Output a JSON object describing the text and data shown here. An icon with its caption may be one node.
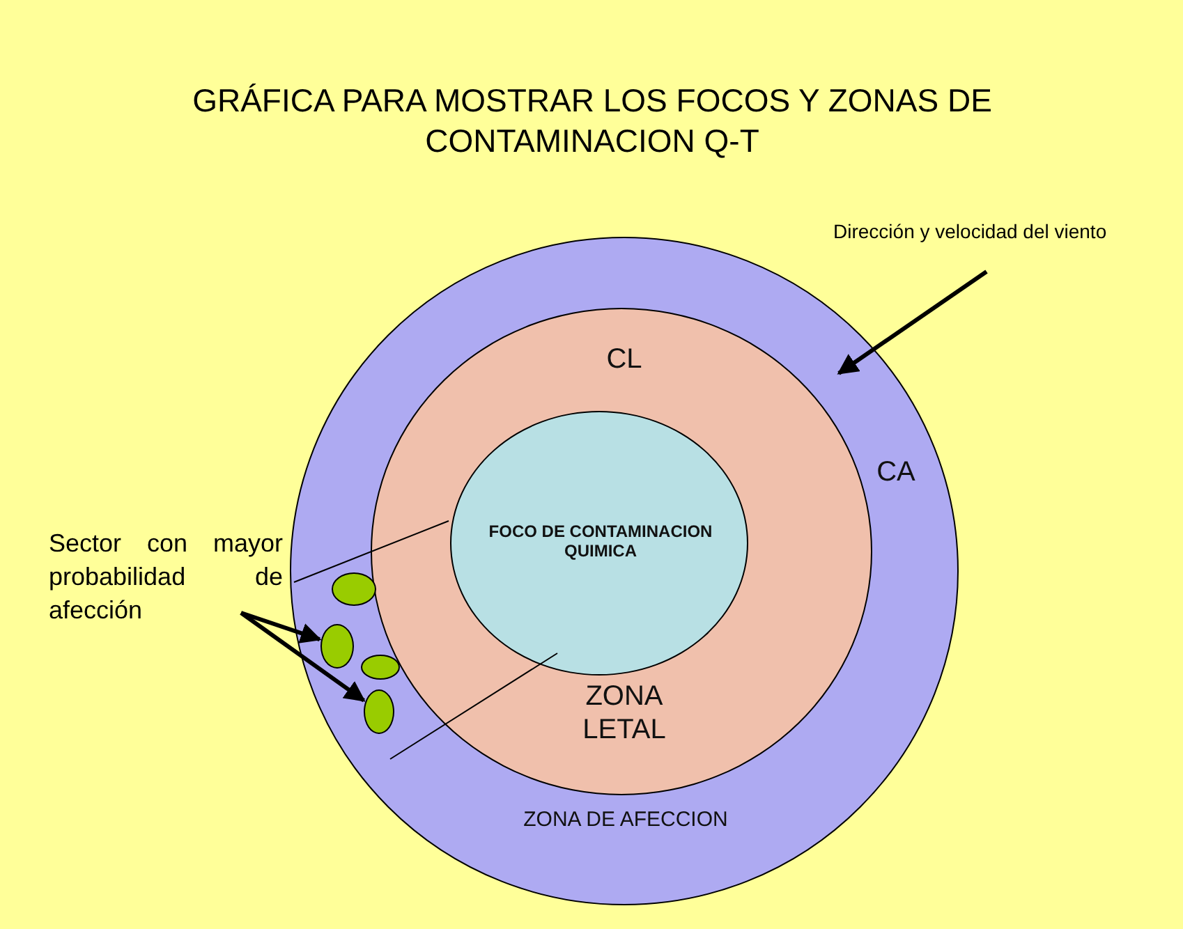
{
  "diagram": {
    "title": "GRÁFICA PARA MOSTRAR LOS FOCOS Y ZONAS DE CONTAMINACION Q-T",
    "nodes": [
      {
        "text": [
          "CA",
          "ZONA DE AFECCION"
        ]
      },
      {
        "text": [
          "CL",
          "ZONA LETAL"
        ],
        "in": 0
      },
      {
        "text": [
          "FOCO DE CONTAMINACION QUIMICA"
        ],
        "in": 1
      },
      {
        "text": [
          "Sector con mayor probabilidad de afección"
        ]
      },
      {
        "text": [],
        "shape": "circle",
        "in": 0
      },
      {
        "text": [],
        "shape": "circle",
        "in": 0
      },
      {
        "text": [],
        "shape": "circle",
        "in": 0
      },
      {
        "text": [],
        "shape": "circle",
        "in": 0
      }
    ],
    "edges": [
      {
        "from": 3,
        "to": 5,
        "arrow": "to"
      },
      {
        "from": 3,
        "to": 7,
        "arrow": "to"
      }
    ],
    "labels": [
      "Dirección y velocidad del viento"
    ]
  }
}
